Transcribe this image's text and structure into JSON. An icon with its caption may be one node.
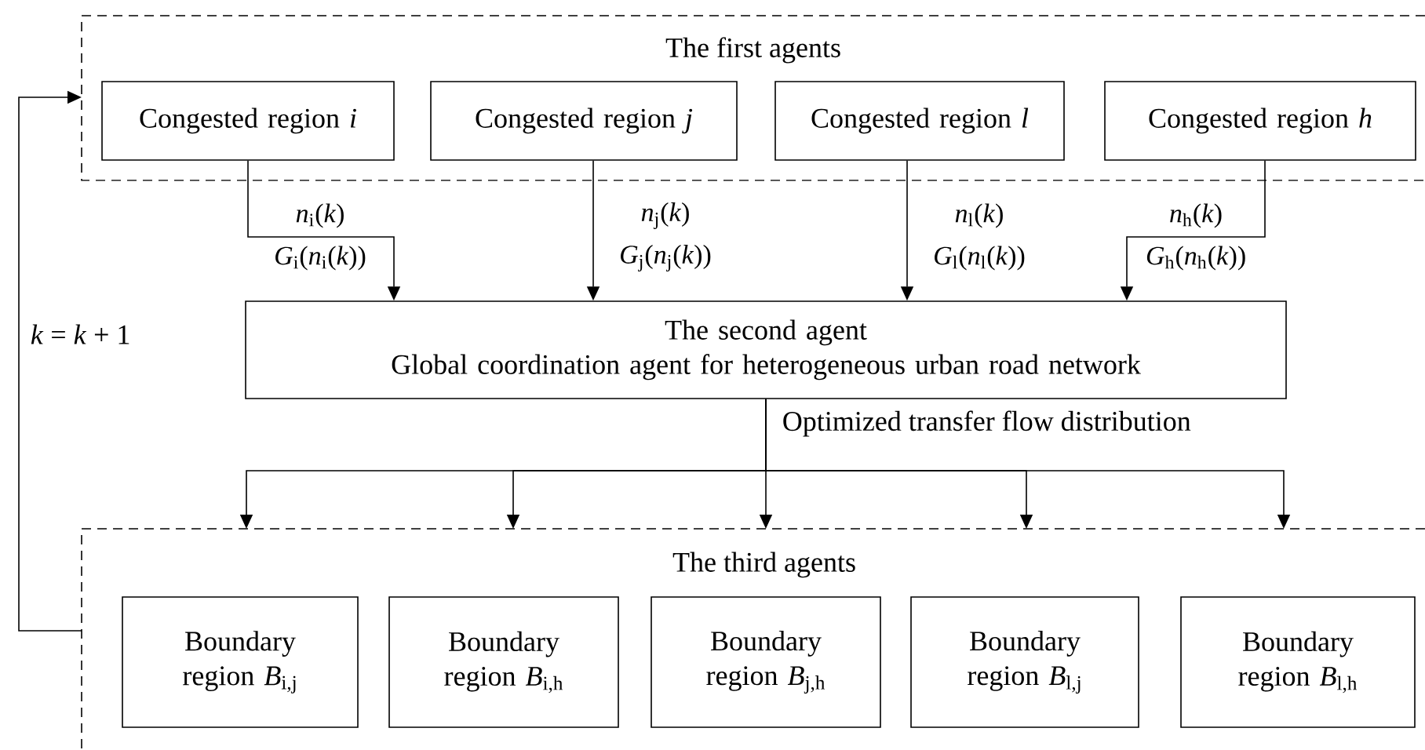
{
  "diagram": {
    "nodes": [
      {
        "text": [
          "The first agents"
        ]
      },
      {
        "text": [
          "Congested region *i*"
        ],
        "in": 0
      },
      {
        "text": [
          "Congested region *j*"
        ],
        "in": 0
      },
      {
        "text": [
          "Congested region *l*"
        ],
        "in": 0
      },
      {
        "text": [
          "Congested region *h*"
        ],
        "in": 0
      },
      {
        "text": [
          "The second agent",
          "Global coordination agent for heterogeneous urban road network"
        ]
      },
      {
        "text": [
          "The third agents"
        ]
      },
      {
        "text": [
          "Boundary region *B*$_{i,j}$"
        ],
        "in": 6
      },
      {
        "text": [
          "Boundary region *B*$_{i,h}$"
        ],
        "in": 6
      },
      {
        "text": [
          "Boundary region *B*$_{j,h}$"
        ],
        "in": 6
      },
      {
        "text": [
          "Boundary region *B*$_{l,j}$"
        ],
        "in": 6
      },
      {
        "text": [
          "Boundary region *B*$_{l,h}$"
        ],
        "in": 6
      }
    ],
    "edges": [
      {
        "from": 1,
        "to": 5,
        "arrow": "to",
        "label": "*n*$_{i}$(*k*) *G*$_{i}$(*n*$_{i}$(*k*))"
      },
      {
        "from": 2,
        "to": 5,
        "arrow": "to",
        "label": "*n*$_{j}$(*k*) *G*$_{j}$(*n*$_{j}$(*k*))"
      },
      {
        "from": 3,
        "to": 5,
        "arrow": "to",
        "label": "*n*$_{l}$(*k*) *G*$_{l}$(*n*$_{l}$(*k*))"
      },
      {
        "from": 4,
        "to": 5,
        "arrow": "to",
        "label": "*n*$_{h}$(*k*) *G*$_{h}$(*n*$_{h}$(*k*))"
      },
      {
        "from": 5,
        "to": 6,
        "arrow": "to"
      },
      {
        "from": 5,
        "to": 6,
        "arrow": "to"
      },
      {
        "from": 5,
        "to": 6,
        "arrow": "to",
        "label": "Optimized transfer flow distribution"
      },
      {
        "from": 5,
        "to": 6,
        "arrow": "to"
      },
      {
        "from": 5,
        "to": 6,
        "arrow": "to"
      },
      {
        "from": 6,
        "to": 0,
        "arrow": "to",
        "label": "*k* = *k* + 1"
      }
    ]
  }
}
